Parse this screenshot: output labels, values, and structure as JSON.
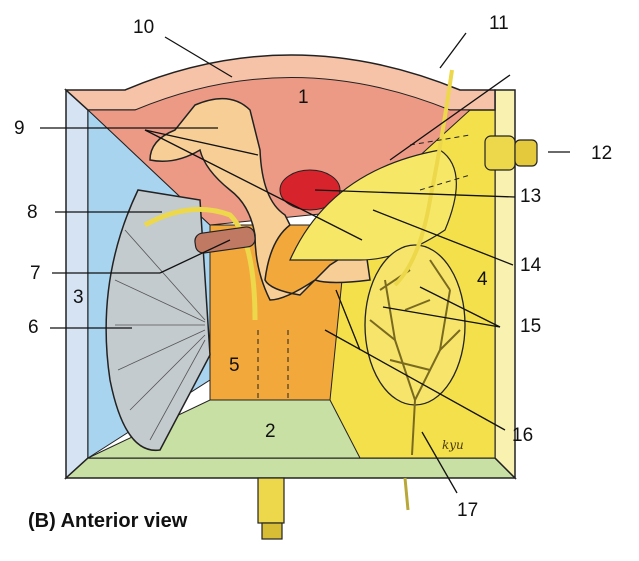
{
  "caption": "(B) Anterior view",
  "signature": "kyu",
  "labels": {
    "l1": "1",
    "l2": "2",
    "l3": "3",
    "l4": "4",
    "l5": "5",
    "l6": "6",
    "l7": "7",
    "l8": "8",
    "l9": "9",
    "l10": "10",
    "l11": "11",
    "l12": "12",
    "l13": "13",
    "l14": "14",
    "l15": "15",
    "l16": "16",
    "l17": "17"
  },
  "colors": {
    "roof_outer": "#f6c3a8",
    "roof_inner": "#ec9a85",
    "left_wall": "#a9d4ef",
    "left_frame": "#d5e3f3",
    "right_wall": "#f4e04a",
    "right_frame": "#f9f1b0",
    "floor": "#c9e0a4",
    "back_wall": "#f3a83b",
    "organ_peach": "#f7cf96",
    "red_vessel": "#d7232c",
    "gray_fan": "#c3cbcf",
    "nerve_yellow": "#ecd84a",
    "muscle_brown": "#c07a63"
  }
}
